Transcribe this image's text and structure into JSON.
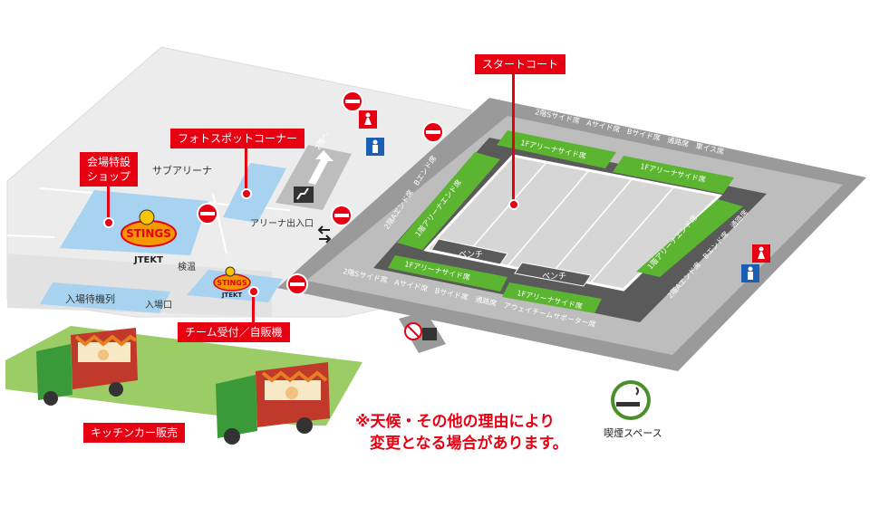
{
  "labels": {
    "start_court": "スタートコート",
    "photo_spot": "フォトスポットコーナー",
    "venue_shop": "会場特設\nショップ",
    "team_reception": "チーム受付／自販機",
    "kitchen_car": "キッチンカー販売"
  },
  "areas": {
    "sub_arena": "サブアリーナ",
    "arena_exit": "アリーナ出入口",
    "to_2f": "2階へ",
    "temp_check": "検温",
    "entry_queue": "入場待機列",
    "entrance": "入場口",
    "bench_1": "ベンチ",
    "bench_2": "ベンチ"
  },
  "seats": {
    "top_strip": "2階Sサイド席　Aサイド席　Bサイド席　通路席　車イス席",
    "left_strip": "2階Aエンド席　Bエンド席",
    "bottom_strip": "2階Sサイド席　Aサイド席　Bサイド席　通路席　アウェイチームサポーター席",
    "right_strip": "2階Aエンド席　Bエンド席　通路席",
    "f1_side_top_left": "1Fアリーナサイド席",
    "f1_side_top_right": "1Fアリーナサイド席",
    "f1_side_bottom_left": "1Fアリーナサイド席",
    "f1_side_bottom_right": "1Fアリーナサイド席",
    "f1_end_left": "1階アリーナエンド席",
    "f1_end_right": "1階アリーナエンド席"
  },
  "logo": {
    "text": "STINGS",
    "sub": "JTEKT"
  },
  "notice": {
    "line1": "※天候・その他の理由により",
    "line2": "変更となる場合があります。"
  },
  "legend": {
    "smoking_label": "喫煙スペース"
  },
  "colors": {
    "accent_red": "#e60012",
    "zone_blue": "#a7d2f0",
    "seat_green": "#5cb531",
    "floor_gray": "#9a9a9a",
    "court_gray": "#d6d6d6"
  },
  "icons": [
    "no-entry-icon",
    "toilet-female-icon",
    "toilet-male-icon",
    "no-smoking-icon",
    "smoking-icon",
    "stairs-up-icon",
    "two-way-arrow-icon",
    "kitchen-car-icon"
  ]
}
